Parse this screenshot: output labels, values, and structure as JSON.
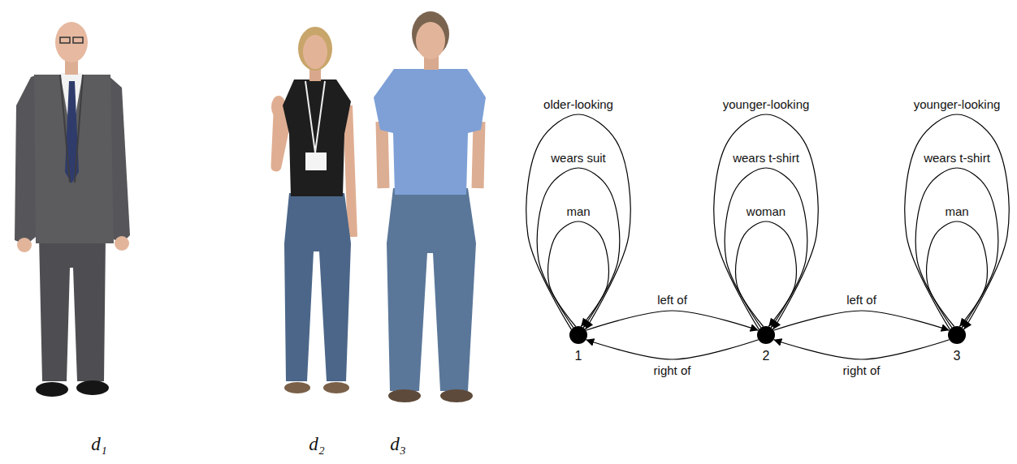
{
  "diagram": {
    "nodes": [
      {
        "text": [
          "1"
        ]
      },
      {
        "text": [
          "2"
        ]
      },
      {
        "text": [
          "3"
        ]
      }
    ],
    "edges": [
      {
        "from": 0,
        "to": 0,
        "label": "older-looking",
        "arrow": "to"
      },
      {
        "from": 0,
        "to": 0,
        "label": "wears suit",
        "arrow": "to"
      },
      {
        "from": 0,
        "to": 0,
        "label": "man",
        "arrow": "to"
      },
      {
        "from": 1,
        "to": 1,
        "label": "younger-looking",
        "arrow": "to"
      },
      {
        "from": 1,
        "to": 1,
        "label": "wears t-shirt",
        "arrow": "to"
      },
      {
        "from": 1,
        "to": 1,
        "label": "woman",
        "arrow": "to"
      },
      {
        "from": 2,
        "to": 2,
        "label": "younger-looking",
        "arrow": "to"
      },
      {
        "from": 2,
        "to": 2,
        "label": "wears t-shirt",
        "arrow": "to"
      },
      {
        "from": 2,
        "to": 2,
        "label": "man",
        "arrow": "to"
      },
      {
        "from": 0,
        "to": 1,
        "label": "left of",
        "arrow": "to"
      },
      {
        "from": 1,
        "to": 0,
        "label": "right of",
        "arrow": "to"
      },
      {
        "from": 1,
        "to": 2,
        "label": "left of",
        "arrow": "to"
      },
      {
        "from": 2,
        "to": 1,
        "label": "right of",
        "arrow": "to"
      }
    ],
    "labels": [
      "d₁",
      "d₂",
      "d₃"
    ]
  }
}
